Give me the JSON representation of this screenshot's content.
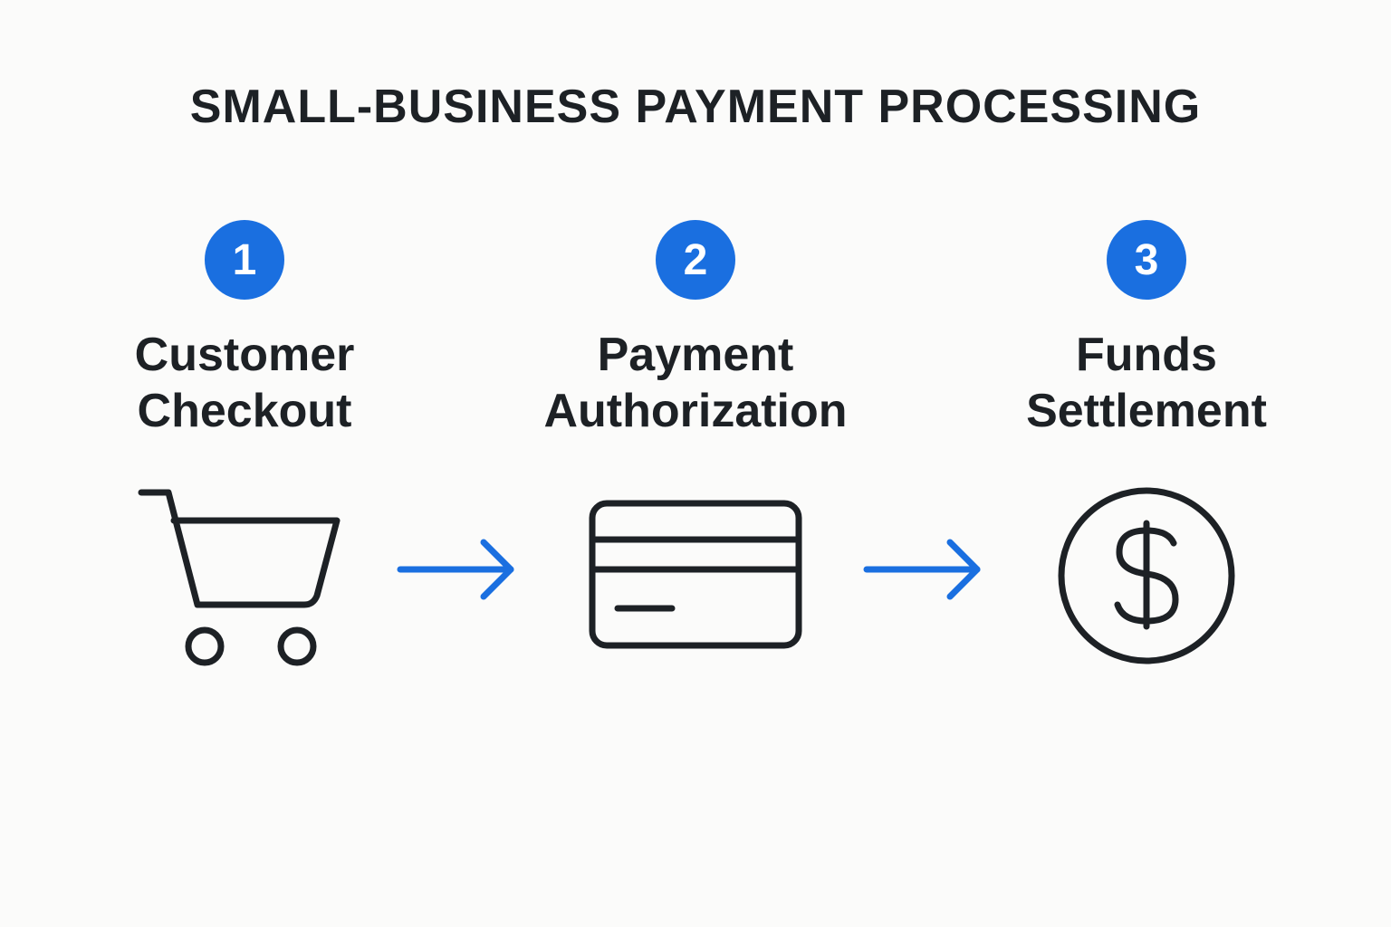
{
  "title": "SMALL-BUSINESS PAYMENT PROCESSING",
  "accent_color": "#1a6fe0",
  "icon_color": "#1d2125",
  "steps": [
    {
      "number": "1",
      "label_line1": "Customer",
      "label_line2": "Checkout",
      "icon": "shopping-cart-icon"
    },
    {
      "number": "2",
      "label_line1": "Payment",
      "label_line2": "Authorization",
      "icon": "credit-card-icon"
    },
    {
      "number": "3",
      "label_line1": "Funds",
      "label_line2": "Settlement",
      "icon": "dollar-coin-icon"
    }
  ],
  "connectors": [
    "arrow-right-icon",
    "arrow-right-icon"
  ]
}
